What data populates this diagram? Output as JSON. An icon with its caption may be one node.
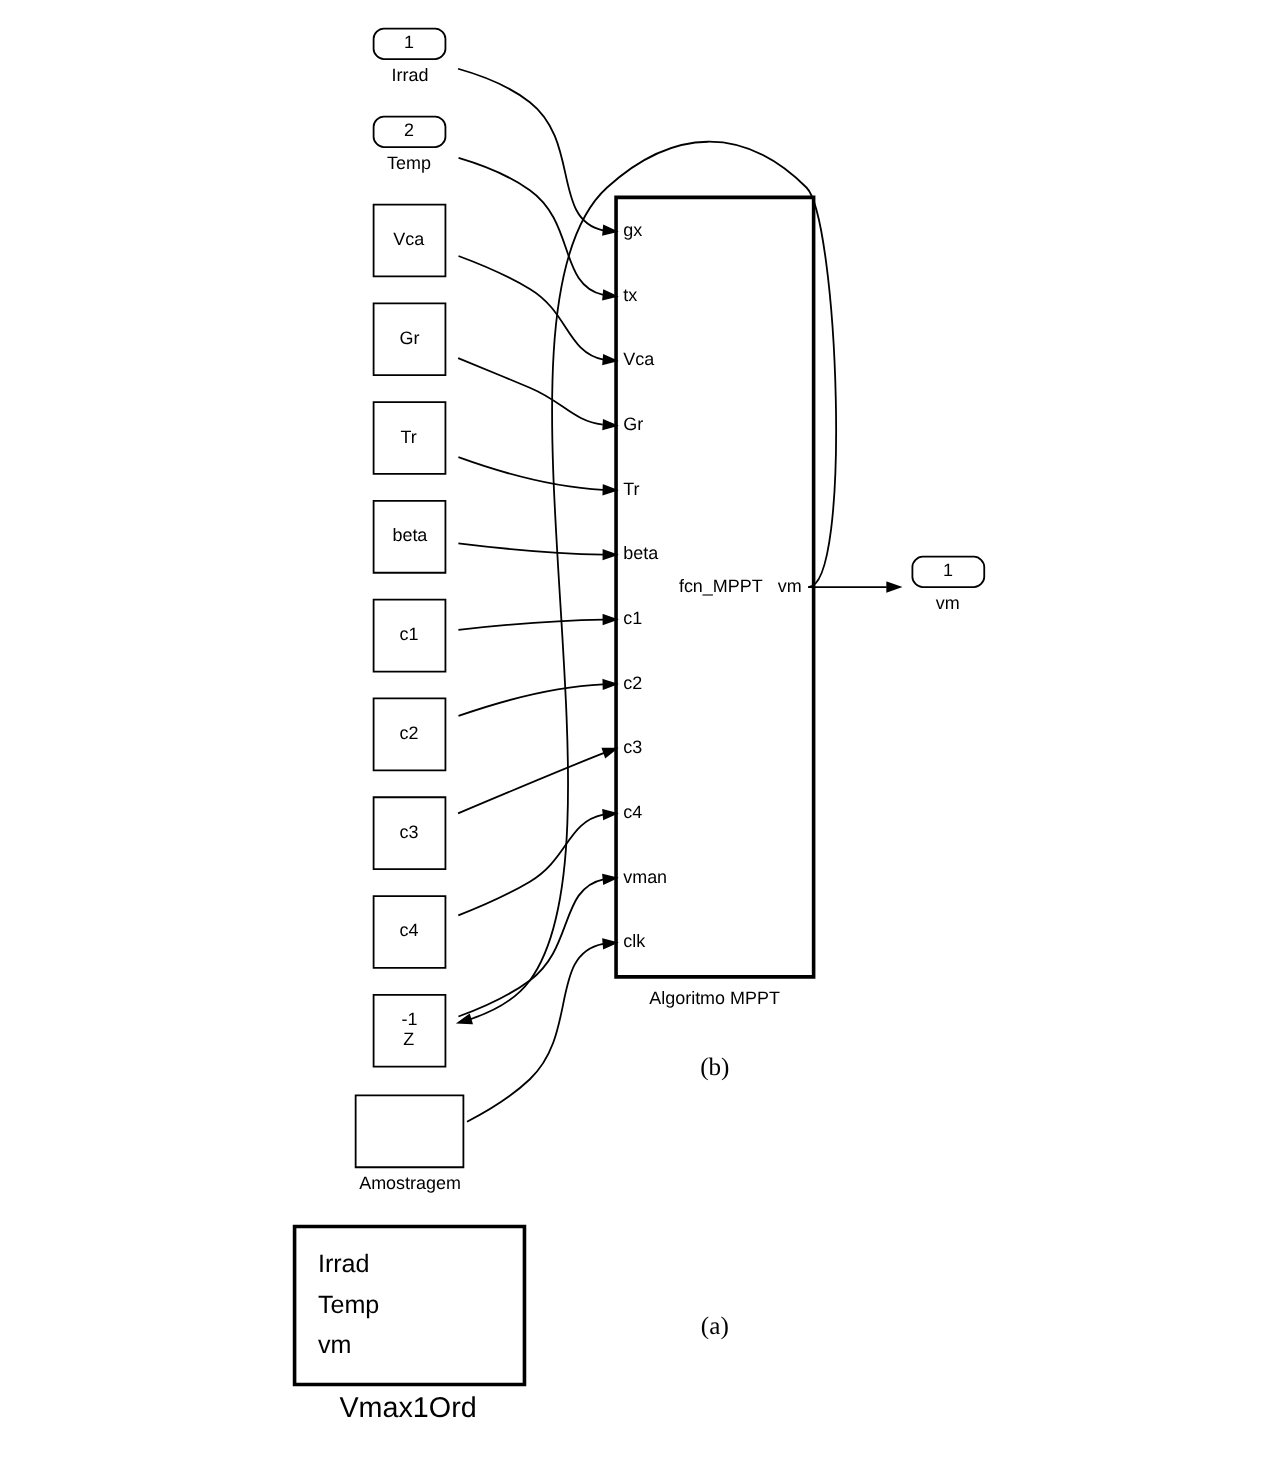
{
  "diagram": {
    "nodes": [
      {
        "text": [
          "Irrad",
          "Temp",
          "vm"
        ],
        "beside": [
          "Vmax1Ord"
        ]
      },
      {
        "text": [
          "1"
        ],
        "beside": [
          "Irrad"
        ]
      },
      {
        "text": [
          "2"
        ],
        "beside": [
          "Temp"
        ]
      },
      {
        "text": [
          "Vca"
        ]
      },
      {
        "text": [
          "Gr"
        ]
      },
      {
        "text": [
          "Tr"
        ]
      },
      {
        "text": [
          "beta"
        ]
      },
      {
        "text": [
          "c1"
        ]
      },
      {
        "text": [
          "c2"
        ]
      },
      {
        "text": [
          "c3"
        ]
      },
      {
        "text": [
          "c4"
        ]
      },
      {
        "text": [
          "-1",
          "Z"
        ]
      },
      {
        "text": [],
        "shape": "box",
        "beside": [
          "Amostragem"
        ]
      },
      {
        "text": [
          "gx",
          "tx",
          "Vca",
          "Gr",
          "Tr",
          "beta",
          "c1",
          "c2",
          "c3",
          "c4",
          "vman",
          "clk",
          "fcn_MPPT",
          "vm"
        ],
        "beside": [
          "Algoritmo MPPT"
        ]
      },
      {
        "text": [
          "1"
        ],
        "beside": [
          "vm"
        ]
      }
    ],
    "edges": [
      {
        "from": 1,
        "to": 13,
        "arrow": "to"
      },
      {
        "from": 2,
        "to": 13,
        "arrow": "to"
      },
      {
        "from": 3,
        "to": 13,
        "arrow": "to"
      },
      {
        "from": 4,
        "to": 13,
        "arrow": "to"
      },
      {
        "from": 5,
        "to": 13,
        "arrow": "to"
      },
      {
        "from": 6,
        "to": 13,
        "arrow": "to"
      },
      {
        "from": 7,
        "to": 13,
        "arrow": "to"
      },
      {
        "from": 8,
        "to": 13,
        "arrow": "to"
      },
      {
        "from": 9,
        "to": 13,
        "arrow": "to"
      },
      {
        "from": 10,
        "to": 13,
        "arrow": "to"
      },
      {
        "from": 11,
        "to": 13,
        "arrow": "to"
      },
      {
        "from": 12,
        "to": 13,
        "arrow": "to"
      },
      {
        "from": 13,
        "to": 14,
        "arrow": "to"
      },
      {
        "from": 13,
        "to": 11,
        "arrow": "to"
      }
    ],
    "labels": [
      "(a)",
      "(b)"
    ]
  }
}
